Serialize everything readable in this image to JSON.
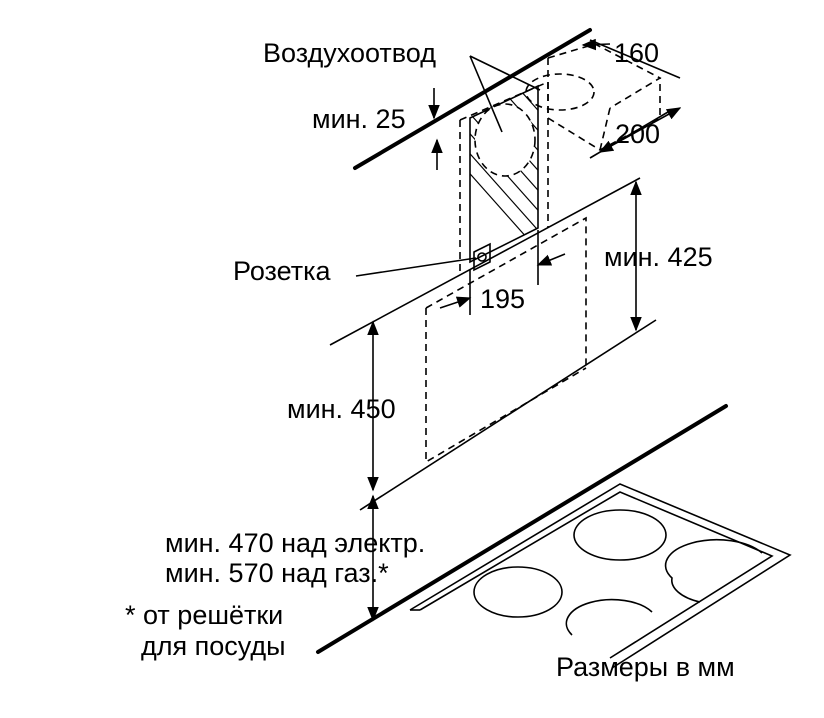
{
  "labels": {
    "air_outlet": "Воздухоотвод",
    "min_25": "мин. 25",
    "dim_160": "160",
    "dim_200": "200",
    "socket": "Розетка",
    "dim_195": "195",
    "min_425": "мин. 425",
    "min_450": "мин. 450",
    "min_470": "мин. 470 над электр.",
    "min_570": "мин. 570 над газ.*",
    "footnote_line1": "* от решётки",
    "footnote_line2": "для посуды",
    "units_note": "Размеры в мм"
  }
}
